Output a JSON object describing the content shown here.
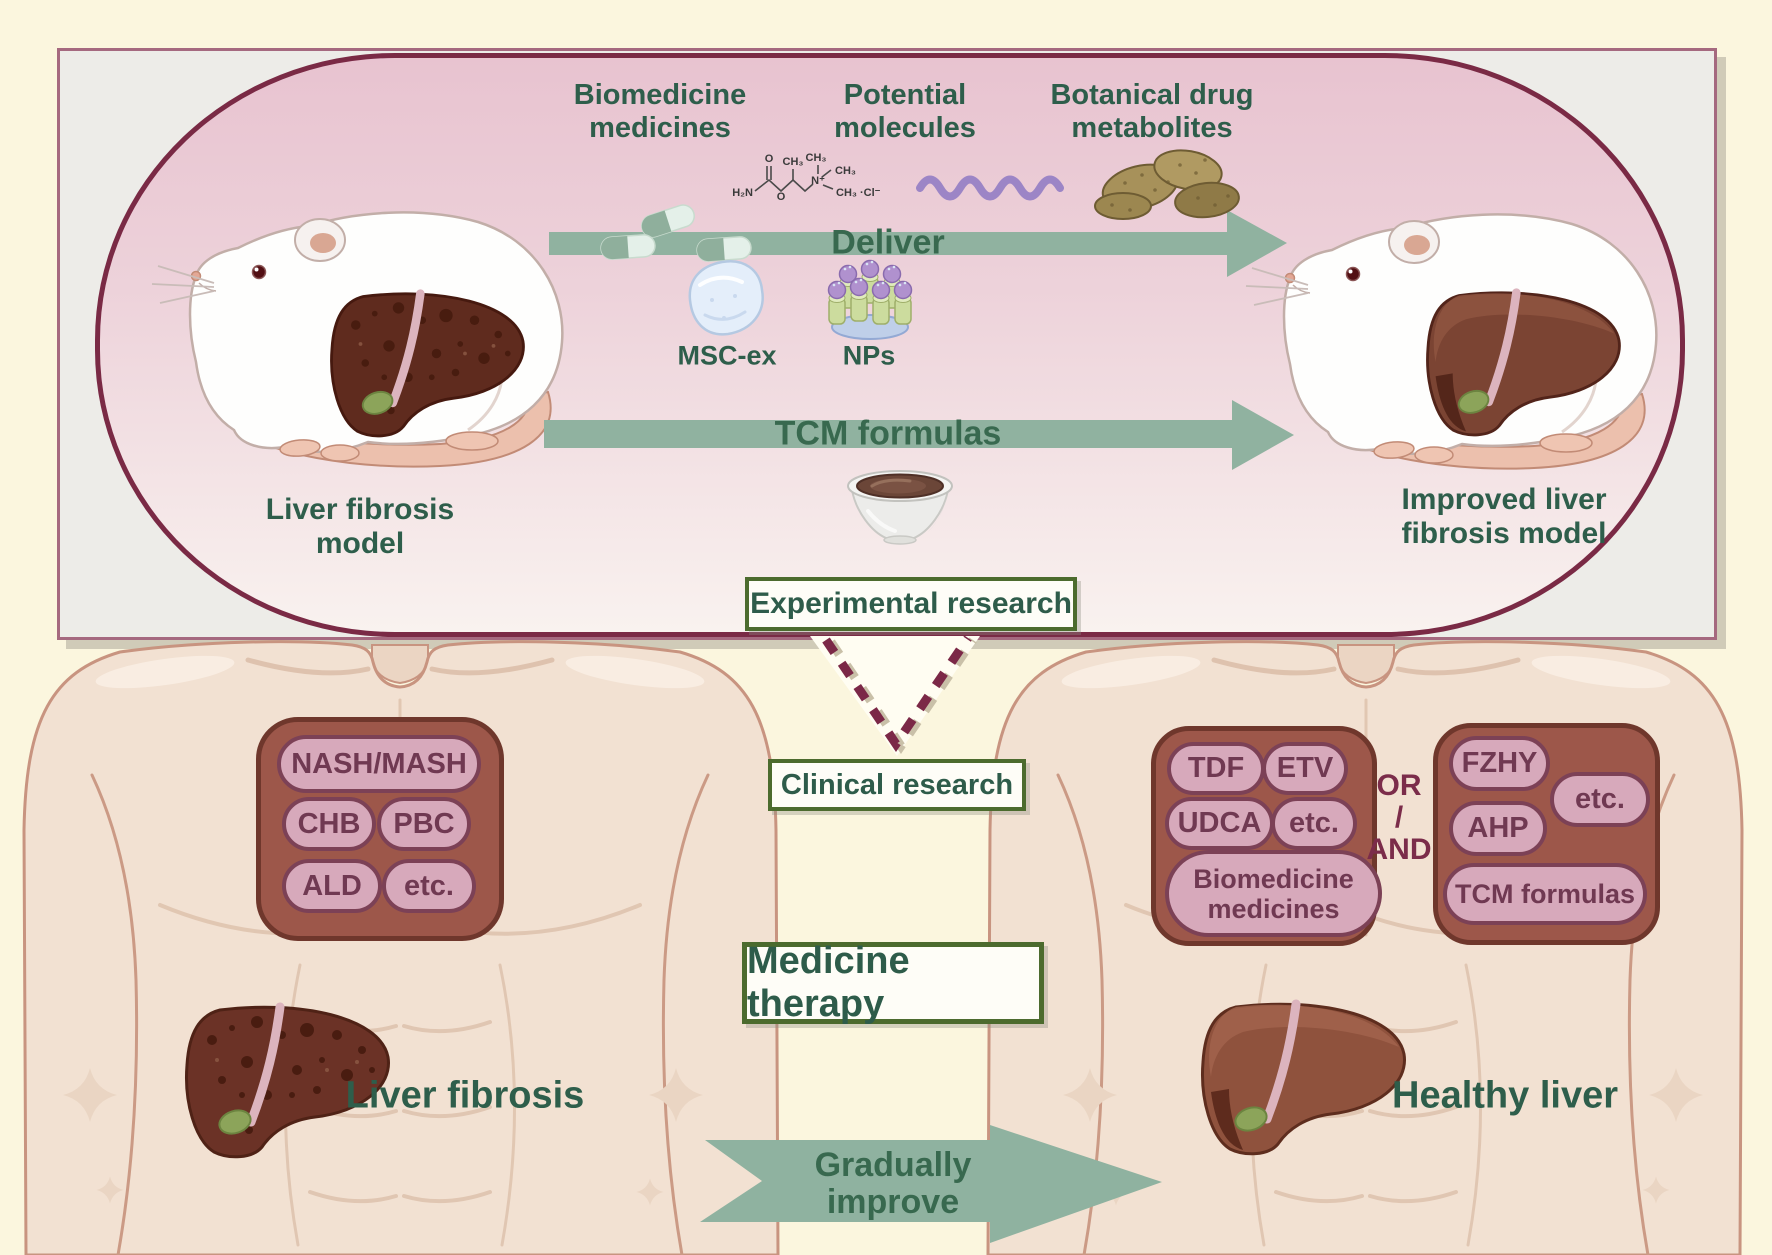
{
  "top": {
    "headers": [
      {
        "line1": "Biomedicine",
        "line2": "medicines"
      },
      {
        "line1": "Potential",
        "line2": "molecules"
      },
      {
        "line1": "Botanical drug",
        "line2": "metabolites"
      }
    ],
    "deliver_label": "Deliver",
    "tcm_label": "TCM formulas",
    "msc_label": "MSC-ex",
    "nps_label": "NPs",
    "left_rat": {
      "line1": "Liver fibrosis",
      "line2": "model"
    },
    "right_rat": {
      "line1": "Improved liver",
      "line2": "fibrosis model"
    },
    "experimental_label": "Experimental research"
  },
  "middle": {
    "clinical_label": "Clinical research",
    "therapy_label": "Medicine therapy"
  },
  "left_disease_panel": {
    "badges": [
      "NASH/MASH",
      "CHB",
      "PBC",
      "ALD",
      "etc."
    ]
  },
  "biomedicine_panel": {
    "badges": [
      "TDF",
      "ETV",
      "UDCA",
      "etc."
    ],
    "big_badge": "Biomedicine medicines"
  },
  "connector": {
    "or": "OR",
    "slash": "/",
    "and": "AND"
  },
  "tcm_panel": {
    "badges": [
      "FZHY",
      "etc.",
      "AHP"
    ],
    "big_badge": "TCM formulas"
  },
  "bottom": {
    "left_liver_label": "Liver fibrosis",
    "right_liver_label": "Healthy liver",
    "arrow": {
      "line1": "Gradually",
      "line2": "improve"
    }
  },
  "colors": {
    "background": "#FBF6DE",
    "panel_gray": "#EDECE8",
    "stadium_border": "#7A2A45",
    "arrow_green": "#90B2A0",
    "text_green": "#2E5E4B",
    "badge_panel": "#9D574A",
    "badge_pill": "#D7A9BB",
    "badge_text": "#703952",
    "skin": "#F2E1D2"
  }
}
